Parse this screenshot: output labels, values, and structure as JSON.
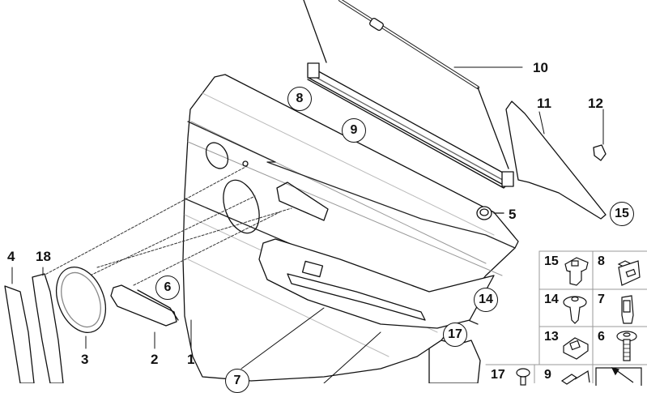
{
  "diagram": {
    "type": "exploded parts diagram - rear door trim panel",
    "callouts_plain": [
      {
        "id": "10",
        "label": "10"
      },
      {
        "id": "11",
        "label": "11"
      },
      {
        "id": "12",
        "label": "12"
      },
      {
        "id": "5",
        "label": "5"
      },
      {
        "id": "4",
        "label": "4"
      },
      {
        "id": "18",
        "label": "18"
      },
      {
        "id": "3",
        "label": "3"
      },
      {
        "id": "2",
        "label": "2"
      },
      {
        "id": "1",
        "label": "1"
      }
    ],
    "callouts_circled": [
      {
        "id": "8",
        "label": "8"
      },
      {
        "id": "9",
        "label": "9"
      },
      {
        "id": "15",
        "label": "15"
      },
      {
        "id": "6",
        "label": "6"
      },
      {
        "id": "14",
        "label": "14"
      },
      {
        "id": "17",
        "label": "17"
      },
      {
        "id": "7",
        "label": "7"
      }
    ],
    "legend": {
      "cells": [
        {
          "label": "15",
          "part": "clip"
        },
        {
          "label": "8",
          "part": "clip-bracket"
        },
        {
          "label": "14",
          "part": "expanding-rivet"
        },
        {
          "label": "7",
          "part": "plug-clip"
        },
        {
          "label": "13",
          "part": "clip-nut"
        },
        {
          "label": "6",
          "part": "screw"
        },
        {
          "label": "17",
          "part": "screw-plug"
        },
        {
          "label": "9",
          "part": "clip"
        },
        {
          "label": "",
          "part": "direction-arrow"
        }
      ]
    }
  }
}
